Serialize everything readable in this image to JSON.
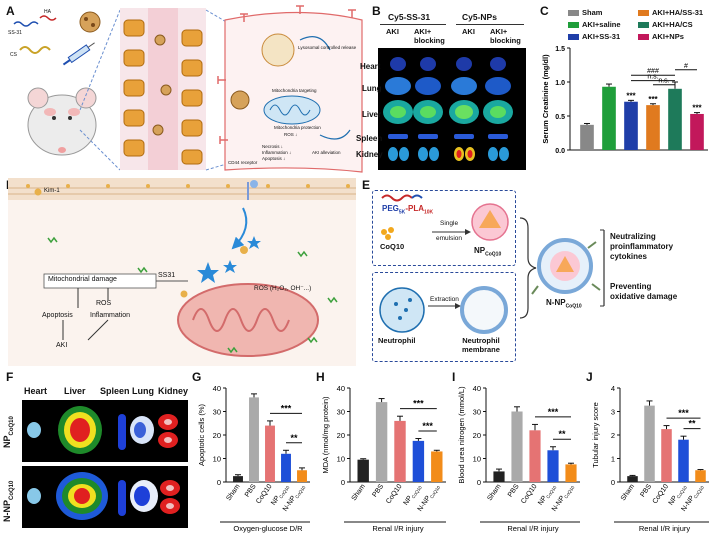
{
  "panel_letters": {
    "A": "A",
    "B": "B",
    "C": "C",
    "D": "D",
    "E": "E",
    "F": "F",
    "G": "G",
    "H": "H",
    "I": "I",
    "J": "J"
  },
  "panelA": {
    "labels": {
      "ss31": "SS-31",
      "ha": "HA",
      "cs": "CS"
    },
    "right_labels": {
      "lysosome": "Lysosomal controlled release",
      "mito_targeting": "Mitochondria targeting",
      "mito_protection": "Mitochondria protection",
      "ros": "ROS ↓",
      "necrosis": "Necrosis ↓",
      "inflammation": "Inflammation ↓",
      "apoptosis": "Apoptosis ↓",
      "aki": "AKI alleviation",
      "cd44": "CD44 receptor"
    }
  },
  "panelB": {
    "groups": [
      "Cy5-SS-31",
      "Cy5-NPs"
    ],
    "columns": [
      "AKI",
      "AKI+\nblocking",
      "AKI",
      "AKI+\nblocking"
    ],
    "organs": [
      "Heart",
      "Lung",
      "Liver",
      "Spleen",
      "Kidney"
    ]
  },
  "panelD": {
    "labels": {
      "kim1": "Kim-1",
      "ss31": "SS31",
      "mito_damage": "Mitochondrial damage",
      "ros": "ROS",
      "ros_species": "ROS (H₂O₂, OH⁻...)",
      "apoptosis": "Apoptosis",
      "inflammation": "Inflammation",
      "aki": "AKI"
    }
  },
  "panelE": {
    "peg": "PEG",
    "peg_sub": "5K",
    "pla": "-PLA",
    "pla_sub": "10K",
    "coq10": "CoQ10",
    "single": "Single",
    "emulsion": "emulsion",
    "np": "NP",
    "np_sub": "CoQ10",
    "extraction": "Extraction",
    "neutrophil": "Neutrophil",
    "neutrophil_membrane": "Neutrophil\nmembrane",
    "nnp": "N-NP",
    "nnp_sub": "CoQ10",
    "effect1": "Neutralizing\nproinflammatory\ncytokines",
    "effect2": "Preventing\noxidative damage"
  },
  "panelF": {
    "organs": [
      "Heart",
      "Liver",
      "Spleen",
      "Lung",
      "Kidney"
    ],
    "rows": [
      {
        "label": "NP",
        "sub": "CoQ10"
      },
      {
        "label": "N-NP",
        "sub": "CoQ10"
      }
    ]
  },
  "colors": {
    "sham": "#888888",
    "saline": "#1f9e3a",
    "ss31": "#1f3ea8",
    "ha_ss31": "#e07a1f",
    "ha_cs": "#1e7a5a",
    "nps": "#c2185b",
    "g_sham": "#222222",
    "g_pbs": "#aaaaaa",
    "g_coq10": "#e57373",
    "g_np": "#1e4fd8",
    "g_nnp": "#f28c1a"
  },
  "chart_data": [
    {
      "id": "C",
      "type": "bar",
      "ylabel": "Serum Creatinine (mg/dl)",
      "ylim": [
        0,
        1.5
      ],
      "yticks": [
        "0.0",
        "0.5",
        "1.0",
        "1.5"
      ],
      "categories": [
        "Sham",
        "AKI+saline",
        "AKI+SS-31",
        "AKI+HA/SS-31",
        "AKI+HA/CS",
        "AKI+NPs"
      ],
      "values": [
        0.37,
        0.93,
        0.71,
        0.66,
        0.9,
        0.53
      ],
      "errors": [
        0.02,
        0.04,
        0.02,
        0.02,
        0.1,
        0.02
      ],
      "legend": [
        "Sham",
        "AKI+saline",
        "AKI+SS-31",
        "AKI+HA/SS-31",
        "AKI+HA/CS",
        "AKI+NPs"
      ],
      "stars": [
        "",
        "",
        "***",
        "***",
        "",
        "***"
      ],
      "brackets": [
        {
          "label": "n.s."
        },
        {
          "label": "n.s."
        },
        {
          "label": "###"
        },
        {
          "label": "#"
        }
      ]
    },
    {
      "id": "G",
      "type": "bar",
      "ylabel": "Apoptotic cells (%)",
      "xlabel": "Oxygen-glucose D/R",
      "ylim": [
        0,
        40
      ],
      "yticks": [
        "0",
        "10",
        "20",
        "30",
        "40"
      ],
      "categories": [
        "Sham",
        "PBS",
        "CoQ10",
        "NP",
        "N-NP"
      ],
      "cat_subs": [
        "",
        "",
        "",
        "CoQ10",
        "CoQ10"
      ],
      "values": [
        2.5,
        36,
        24,
        12,
        5
      ],
      "errors": [
        0.6,
        1.5,
        2,
        1.5,
        1
      ],
      "brackets": [
        {
          "label": "***"
        },
        {
          "label": "**"
        }
      ]
    },
    {
      "id": "H",
      "type": "bar",
      "ylabel": "MDA (nmol/mg protein)",
      "xlabel": "Renal I/R injury",
      "ylim": [
        0,
        40
      ],
      "yticks": [
        "0",
        "10",
        "20",
        "30",
        "40"
      ],
      "categories": [
        "Sham",
        "PBS",
        "CoQ10",
        "NP",
        "N-NP"
      ],
      "cat_subs": [
        "",
        "",
        "",
        "CoQ10",
        "CoQ10"
      ],
      "values": [
        9.5,
        34,
        26,
        17.5,
        13
      ],
      "errors": [
        0.4,
        1.5,
        2,
        1,
        0.5
      ],
      "brackets": [
        {
          "label": "***"
        },
        {
          "label": "***"
        }
      ]
    },
    {
      "id": "I",
      "type": "bar",
      "ylabel": "Blood urea nitrogen (mmol/L)",
      "xlabel": "Renal I/R injury",
      "ylim": [
        0,
        40
      ],
      "yticks": [
        "0",
        "10",
        "20",
        "30",
        "40"
      ],
      "categories": [
        "Sham",
        "PBS",
        "CoQ10",
        "NP",
        "N-NP"
      ],
      "cat_subs": [
        "",
        "",
        "",
        "CoQ10",
        "CoQ10"
      ],
      "values": [
        4.5,
        30,
        22,
        13.5,
        7.5
      ],
      "errors": [
        1,
        2,
        2.5,
        1.5,
        0.5
      ],
      "brackets": [
        {
          "label": "***"
        },
        {
          "label": "**"
        }
      ]
    },
    {
      "id": "J",
      "type": "bar",
      "ylabel": "Tubular injury score",
      "xlabel": "Renal I/R injury",
      "ylim": [
        0,
        4
      ],
      "yticks": [
        "0",
        "1",
        "2",
        "3",
        "4"
      ],
      "categories": [
        "Sham",
        "PBS",
        "CoQ10",
        "NP",
        "N-NP"
      ],
      "cat_subs": [
        "",
        "",
        "",
        "CoQ10",
        "CoQ10"
      ],
      "values": [
        0.25,
        3.25,
        2.25,
        1.8,
        0.5
      ],
      "errors": [
        0.03,
        0.2,
        0.15,
        0.15,
        0.03
      ],
      "brackets": [
        {
          "label": "***"
        },
        {
          "label": "**"
        }
      ]
    }
  ]
}
